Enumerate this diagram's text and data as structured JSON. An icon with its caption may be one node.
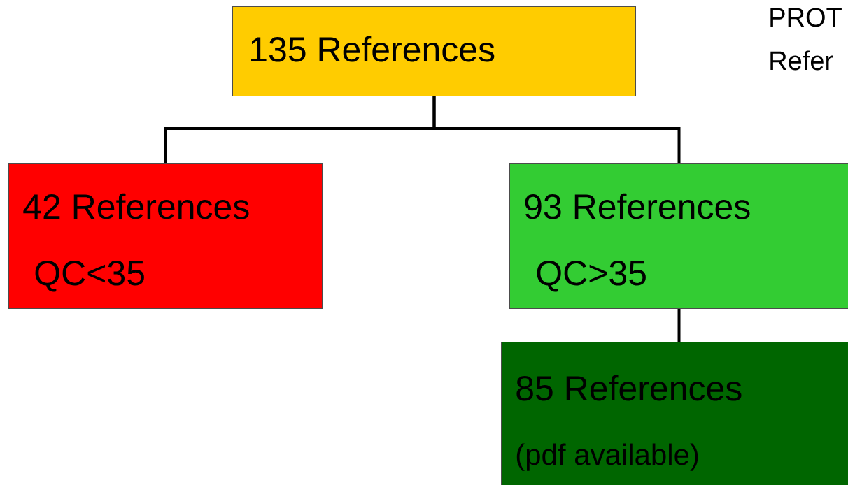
{
  "diagram": {
    "nodes": [
      {
        "text": [
          "135 References"
        ]
      },
      {
        "text": [
          "42 References",
          "QC<35"
        ]
      },
      {
        "text": [
          "93 References",
          "QC>35"
        ]
      },
      {
        "text": [
          "85 References",
          "(pdf available)"
        ]
      }
    ],
    "edges": [
      {
        "from": 0,
        "to": 1,
        "arrow": "none"
      },
      {
        "from": 0,
        "to": 2,
        "arrow": "none"
      },
      {
        "from": 2,
        "to": 3,
        "arrow": "none"
      }
    ],
    "labels": [
      "PROT",
      "Refer"
    ]
  }
}
